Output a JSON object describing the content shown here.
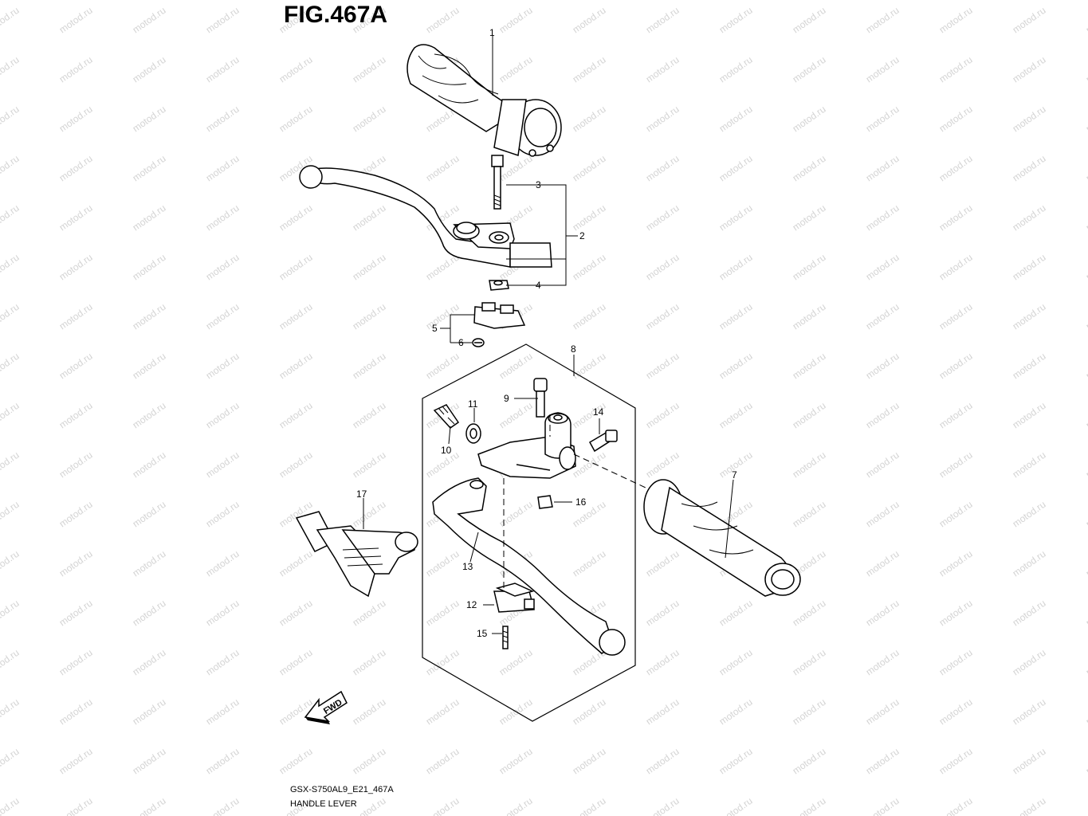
{
  "figure": {
    "title": "FIG.467A",
    "drawing_code": "GSX-S750AL9_E21_467A",
    "caption": "HANDLE LEVER",
    "fwd_label": "FWD",
    "watermark": "motod.ru"
  },
  "callouts": [
    "1",
    "2",
    "3",
    "4",
    "5",
    "6",
    "7",
    "8",
    "9",
    "10",
    "11",
    "12",
    "13",
    "14",
    "15",
    "16",
    "17"
  ],
  "colors": {
    "line": "#000000",
    "part_fill": "#ffffff",
    "watermark": "#d4d4d4"
  }
}
